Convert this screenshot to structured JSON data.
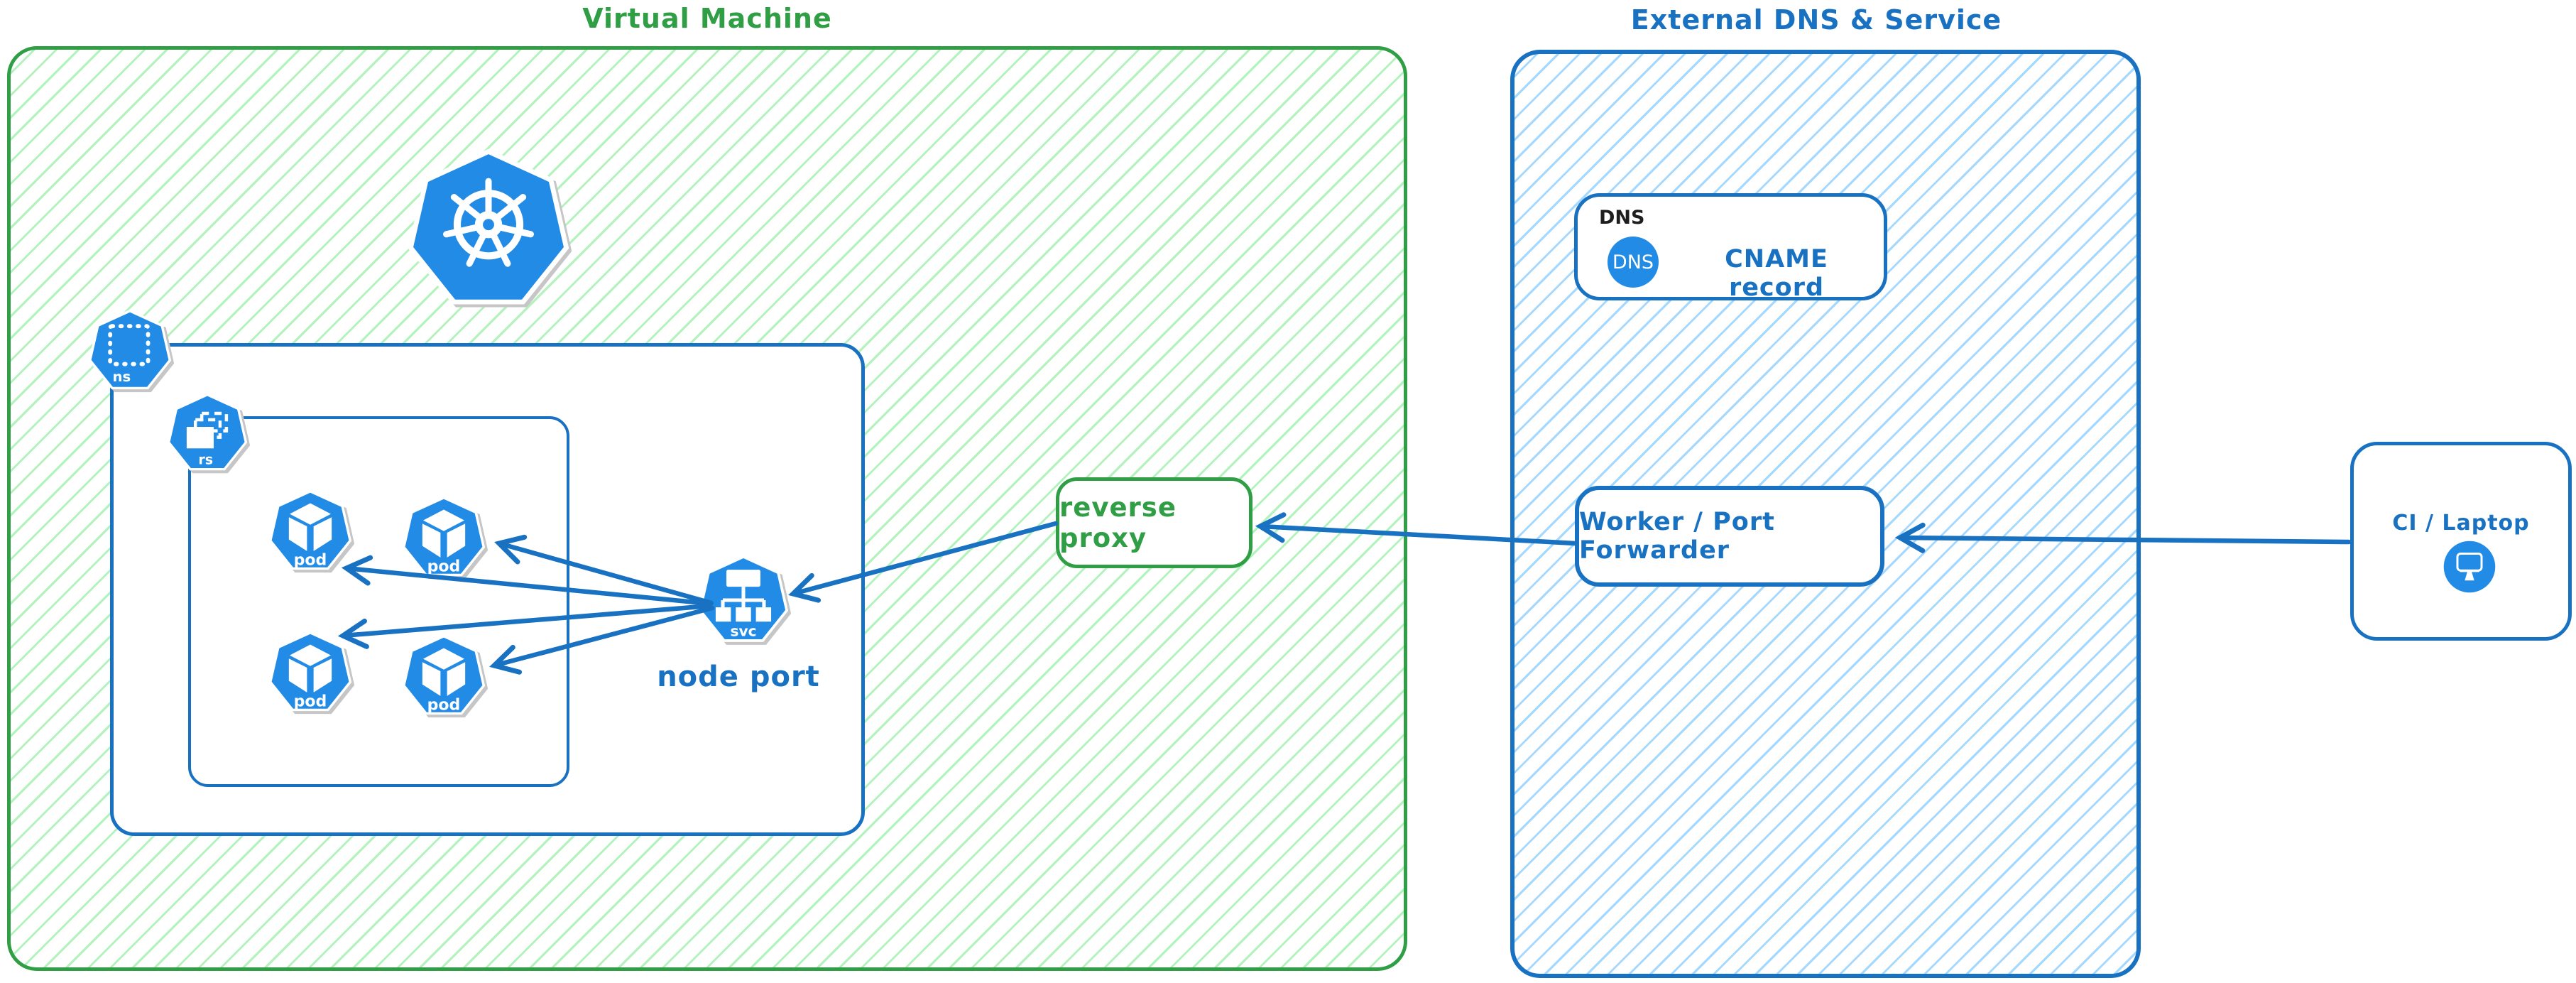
{
  "colors": {
    "green_border": "#2f9e44",
    "green_hatch": "#b2f2bb",
    "blue_border": "#1971c2",
    "blue_hatch": "#a5d8ff",
    "icon_blue": "#228be6",
    "black_text": "#1e1e1e"
  },
  "vm": {
    "title": "Virtual Machine",
    "namespace_icon_label": "ns",
    "replicaset_icon_label": "rs",
    "pods": [
      {
        "label": "pod"
      },
      {
        "label": "pod"
      },
      {
        "label": "pod"
      },
      {
        "label": "pod"
      }
    ],
    "service_icon_label": "svc",
    "service_caption": "node port",
    "reverse_proxy_label": "reverse proxy"
  },
  "external": {
    "title": "External DNS & Service",
    "dns_tag": "DNS",
    "dns_icon_text": "DNS",
    "cname_label": "CNAME record",
    "worker_label": "Worker / Port Forwarder"
  },
  "client": {
    "label": "CI / Laptop"
  }
}
